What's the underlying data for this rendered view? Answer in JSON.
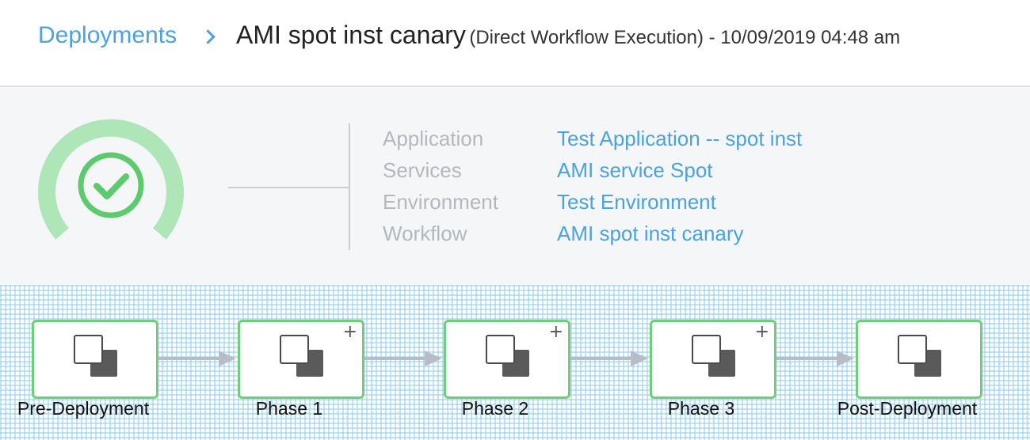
{
  "header": {
    "breadcrumb": "Deployments",
    "title": "AMI spot inst canary",
    "subtitle": "(Direct Workflow Execution) - 10/09/2019 04:48 am"
  },
  "summary": {
    "status_icon": "check-circle-icon",
    "status_color": "#5ccb6d",
    "ring_color": "#aee6b8",
    "rows": [
      {
        "label": "Application",
        "value": "Test Application -- spot inst"
      },
      {
        "label": "Services",
        "value": "AMI service Spot"
      },
      {
        "label": "Environment",
        "value": "Test Environment"
      },
      {
        "label": "Workflow",
        "value": "AMI spot inst canary"
      }
    ]
  },
  "pipeline": {
    "node_border_color": "#6fce7a",
    "nodes": [
      {
        "label": "Pre-Deployment",
        "icon": "stacked-squares-icon",
        "expandable": false
      },
      {
        "label": "Phase 1",
        "icon": "stacked-squares-icon",
        "expandable": true,
        "expand_symbol": "+"
      },
      {
        "label": "Phase 2",
        "icon": "stacked-squares-icon",
        "expandable": true,
        "expand_symbol": "+"
      },
      {
        "label": "Phase 3",
        "icon": "stacked-squares-icon",
        "expandable": true,
        "expand_symbol": "+"
      },
      {
        "label": "Post-Deployment",
        "icon": "stacked-squares-icon",
        "expandable": false
      }
    ]
  }
}
